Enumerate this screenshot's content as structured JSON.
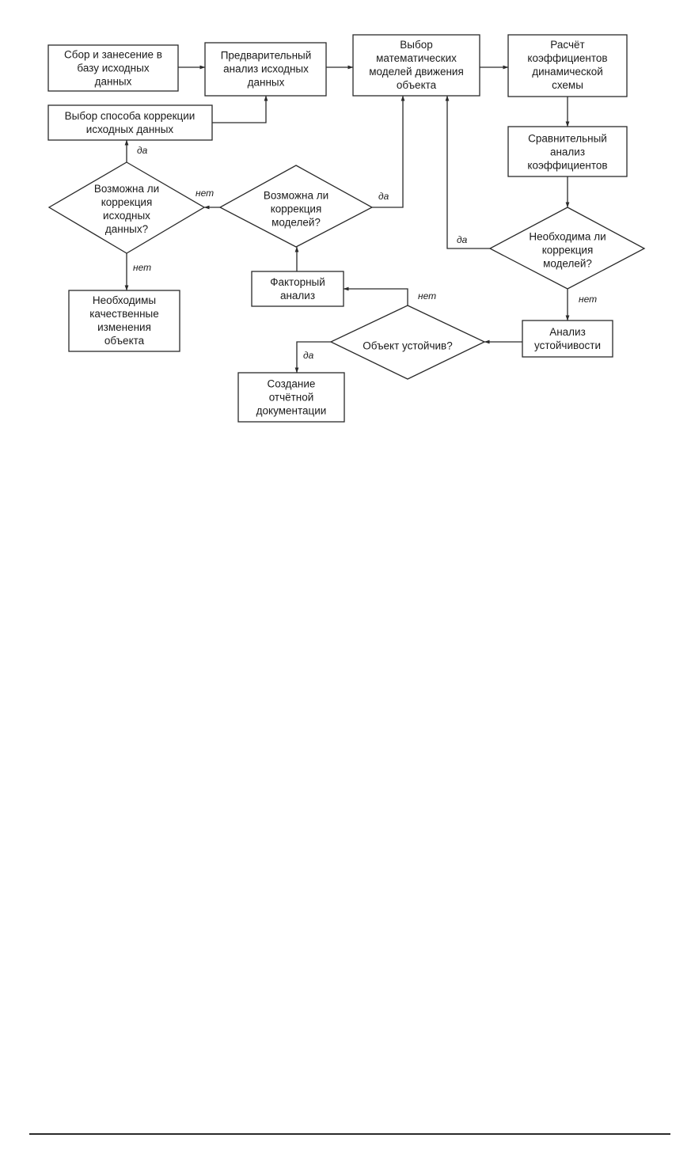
{
  "nodes": {
    "collect": [
      "Сбор и занесение в",
      "базу исходных",
      "данных"
    ],
    "preanalysis": [
      "Предварительный",
      "анализ исходных",
      "данных"
    ],
    "choose_models": [
      "Выбор",
      "математических",
      "моделей движения",
      "объекта"
    ],
    "calc_coeffs": [
      "Расчёт",
      "коэффициентов",
      "динамической",
      "схемы"
    ],
    "choose_correction": [
      "Выбор способа коррекции",
      "исходных данных"
    ],
    "compare_coeffs": [
      "Сравнительный",
      "анализ",
      "коэффициентов"
    ],
    "q_data_correction": [
      "Возможна ли",
      "коррекция",
      "исходных",
      "данных?"
    ],
    "q_model_correction": [
      "Возможна ли",
      "коррекция",
      "моделей?"
    ],
    "q_need_correction": [
      "Необходима ли",
      "коррекция",
      "моделей?"
    ],
    "factor": [
      "Факторный",
      "анализ"
    ],
    "qualitative": [
      "Необходимы",
      "качественные",
      "изменения",
      "объекта"
    ],
    "stability": [
      "Анализ",
      "устойчивости"
    ],
    "q_stable": [
      "Объект устойчив?"
    ],
    "report": [
      "Создание",
      "отчётной",
      "документации"
    ]
  },
  "labels": {
    "yes": "да",
    "no": "нет"
  },
  "colors": {
    "line": "#2a2a2a",
    "text": "#1a1a1a",
    "background": "#ffffff"
  }
}
